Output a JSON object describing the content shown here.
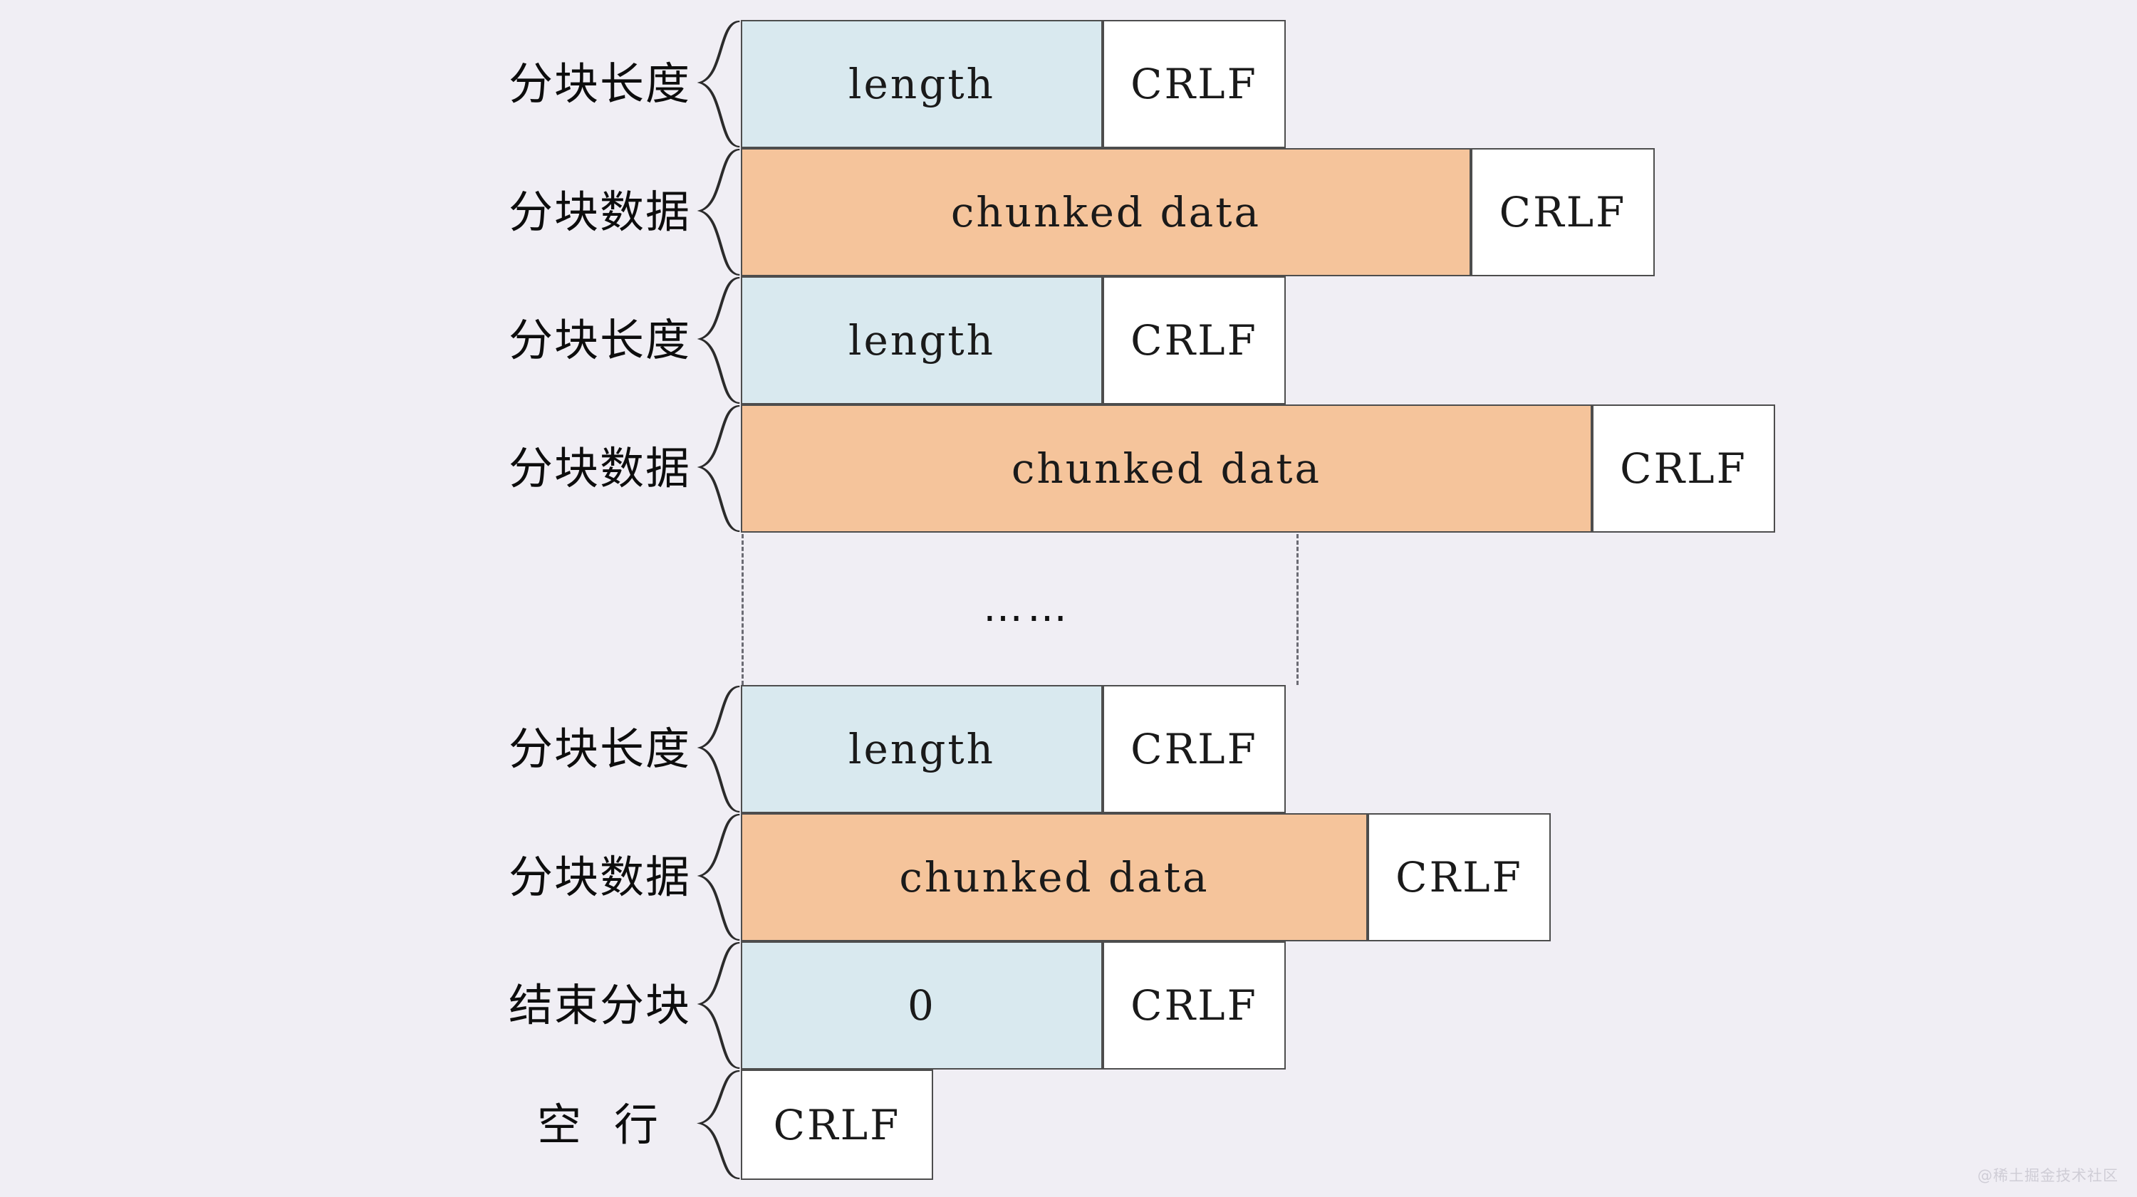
{
  "diagram": {
    "title": "HTTP chunked transfer encoding structure",
    "background_color": "#f0eef4",
    "colors": {
      "length_fill": "#d9e9ef",
      "data_fill": "#f5c49b",
      "crlf_fill": "#ffffff",
      "border": "#4d4d4d",
      "text": "#1a1a1a"
    },
    "ellipsis": "……",
    "rows": [
      {
        "label": "分块长度",
        "cells": [
          {
            "text": "length",
            "fill": "length_fill"
          },
          {
            "text": "CRLF",
            "fill": "crlf_fill"
          }
        ]
      },
      {
        "label": "分块数据",
        "cells": [
          {
            "text": "chunked data",
            "fill": "data_fill"
          },
          {
            "text": "CRLF",
            "fill": "crlf_fill"
          }
        ]
      },
      {
        "label": "分块长度",
        "cells": [
          {
            "text": "length",
            "fill": "length_fill"
          },
          {
            "text": "CRLF",
            "fill": "crlf_fill"
          }
        ]
      },
      {
        "label": "分块数据",
        "cells": [
          {
            "text": "chunked data",
            "fill": "data_fill"
          },
          {
            "text": "CRLF",
            "fill": "crlf_fill"
          }
        ]
      },
      {
        "label": "分块长度",
        "cells": [
          {
            "text": "length",
            "fill": "length_fill"
          },
          {
            "text": "CRLF",
            "fill": "crlf_fill"
          }
        ]
      },
      {
        "label": "分块数据",
        "cells": [
          {
            "text": "chunked data",
            "fill": "data_fill"
          },
          {
            "text": "CRLF",
            "fill": "crlf_fill"
          }
        ]
      },
      {
        "label": "结束分块",
        "cells": [
          {
            "text": "0",
            "fill": "length_fill"
          },
          {
            "text": "CRLF",
            "fill": "crlf_fill"
          }
        ]
      },
      {
        "label": "空行",
        "cells": [
          {
            "text": "CRLF",
            "fill": "crlf_fill"
          }
        ]
      }
    ]
  },
  "watermark": "@稀土掘金技术社区"
}
